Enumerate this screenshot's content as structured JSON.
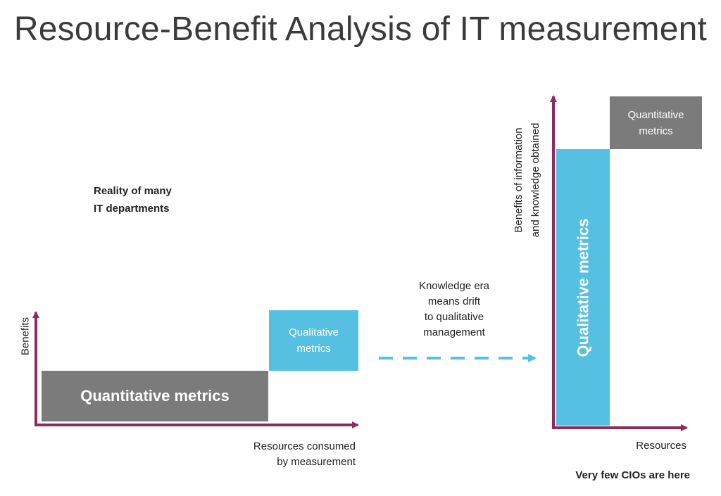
{
  "title": "Resource-Benefit Analysis of IT measurement",
  "left": {
    "caption_line1": "Reality of many",
    "caption_line2": "IT departments",
    "y_axis_label": "Benefits",
    "x_axis_label_line1": "Resources consumed",
    "x_axis_label_line2": "by measurement",
    "quantitative_box": "Quantitative metrics",
    "qualitative_box_line1": "Qualitative",
    "qualitative_box_line2": "metrics"
  },
  "transition": {
    "line1": "Knowledge era",
    "line2": "means drift",
    "line3": "to qualitative",
    "line4": "management"
  },
  "right": {
    "y_axis_label_line1": "Benefits of information",
    "y_axis_label_line2": "and knowledge obtained",
    "x_axis_label": "Resources",
    "qualitative_box": "Qualitative metrics",
    "quantitative_box_line1": "Quantitative",
    "quantitative_box_line2": "metrics",
    "caption": "Very few CIOs are here"
  },
  "colors": {
    "axis": "#8e2a5c",
    "gray_box": "#7b7b7b",
    "blue_box": "#55c0e2",
    "arrow": "#55c0e2"
  }
}
